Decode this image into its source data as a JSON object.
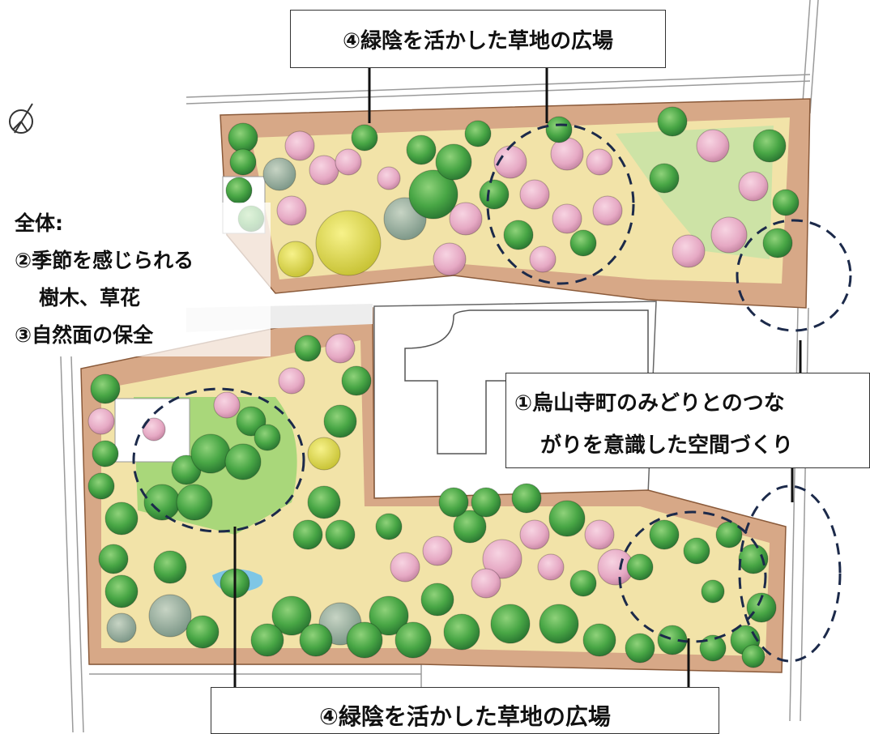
{
  "labels": {
    "top_callout": "④緑陰を活かした草地の広場",
    "bottom_callout": "④緑陰を活かした草地の広場",
    "right_callout_line1": "①烏山寺町のみどりとのつな",
    "right_callout_line2": "がりを意識した空間づくり"
  },
  "legend": {
    "heading": "全体:",
    "item1_line1": "②季節を感じられる",
    "item1_line2": "樹木、草花",
    "item2": "③自然面の保全"
  },
  "colors": {
    "path_tan": "#d7a887",
    "lawn_yellow": "#f2e3a8",
    "tree_green": "#4da64a",
    "tree_pink": "#e6a9c4",
    "grass_light": "#a9d77a",
    "dashed_navy": "#1c2a4a"
  },
  "icons": {
    "compass": "north-arrow-icon"
  }
}
